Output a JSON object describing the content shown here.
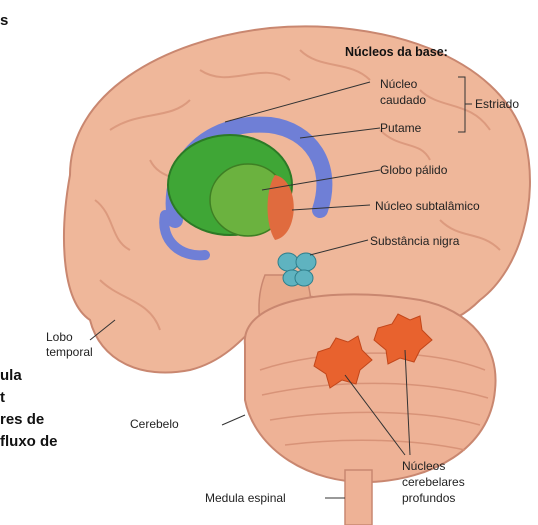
{
  "left_text": {
    "line1": "s",
    "line2": "ula",
    "line3": "t",
    "line4": "res de",
    "line5": "fluxo de"
  },
  "labels": {
    "heading": "Núcleos da base:",
    "nucleo_caudado_1": "Núcleo",
    "nucleo_caudado_2": "caudado",
    "estriado": "Estriado",
    "putame": "Putame",
    "globo_palido": "Globo pálido",
    "nucleo_subtalamico": "Núcleo subtalâmico",
    "substancia_nigra": "Substância nigra",
    "lobo_temporal_1": "Lobo",
    "lobo_temporal_2": "temporal",
    "cerebelo": "Cerebelo",
    "nucleos_cerebelares_1": "Núcleos",
    "nucleos_cerebelares_2": "cerebelares",
    "nucleos_cerebelares_3": "profundos",
    "medula_espinal": "Medula espinal"
  },
  "colors": {
    "brain": "#efb79a",
    "brain_outline": "#c98770",
    "caudate": "#6f7fd6",
    "putamen": "#3fa636",
    "globus_pallidus": "#6bb23f",
    "subthalamic": "#e06b3e",
    "substantia_nigra": "#5fb3c0",
    "cerebellar_nuclei": "#e8622e"
  }
}
